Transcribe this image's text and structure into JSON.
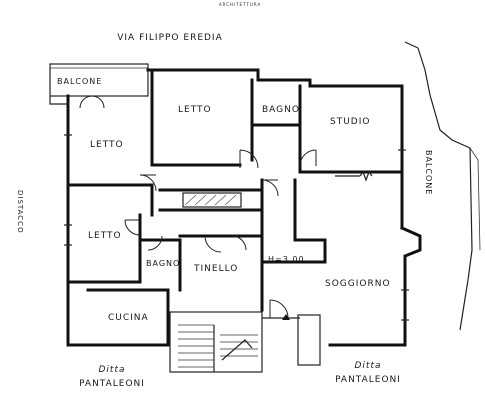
{
  "header": {
    "top_mark": "ARCHITETTURA",
    "street": "VIA FILIPPO EREDIA"
  },
  "rooms": {
    "balcone_top": "BALCONE",
    "letto_top": "LETTO",
    "bagno_top": "BAGNO",
    "studio": "STUDIO",
    "letto_left": "LETTO",
    "letto_bottom": "LETTO",
    "bagno_small": "BAGNO",
    "tinello": "TINELLO",
    "soggiorno": "SOGGIORNO",
    "cucina": "CUCINA",
    "balcone_right": "BALCONE"
  },
  "annotations": {
    "height": "H=3.00",
    "distacco": "DISTACCO"
  },
  "neighbors": {
    "left_label": "Ditta",
    "left_name": "PANTALEONI",
    "right_label": "Ditta",
    "right_name": "PANTALEONI"
  }
}
